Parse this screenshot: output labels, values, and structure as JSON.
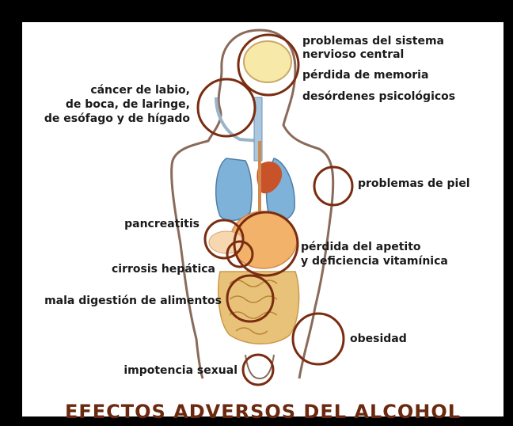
{
  "title": "EFECTOS ADVERSOS DEL ALCOHOL",
  "labels": {
    "nervous_system_1": "problemas del sistema",
    "nervous_system_2": "nervioso central",
    "memory_loss": "pérdida de memoria",
    "psych_disorders": "desórdenes psicológicos",
    "cancer_1": "cáncer de labio,",
    "cancer_2": "de boca, de laringe,",
    "cancer_3": "de esófago y de hígado",
    "skin": "problemas de piel",
    "pancreatitis": "pancreatitis",
    "appetite_1": "pérdida del apetito",
    "appetite_2": "y deficiencia vitamínica",
    "cirrhosis": "cirrosis hepática",
    "digestion": "mala digestión de alimentos",
    "obesity": "obesidad",
    "impotence": "impotencia sexual"
  },
  "colors": {
    "circle": "#7a2c10",
    "title": "#6b2a10",
    "lungs": "#7fb2d8",
    "liver": "#c8532a",
    "stomach": "#f3b26a",
    "intestine": "#e9c27a",
    "body_outline": "#8a6a5a"
  }
}
